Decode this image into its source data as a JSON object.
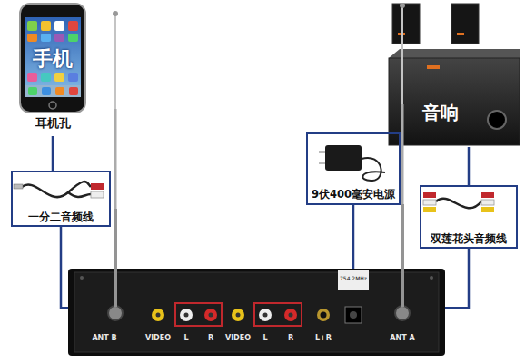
{
  "diagram": {
    "nodes": [
      {
        "text": [
          "手机",
          "耳机孔"
        ]
      },
      {
        "text": [
          "一分二音频线"
        ]
      },
      {
        "text": [
          "9伏400毫安电源"
        ]
      },
      {
        "text": [
          "音响"
        ]
      },
      {
        "text": [
          "双莲花头音频线"
        ]
      },
      {
        "text": [
          "ANT B",
          "VIDEO",
          "L",
          "R",
          "VIDEO",
          "L",
          "R",
          "L+R",
          "ANT A"
        ]
      }
    ],
    "edges": [
      {
        "from": 0,
        "to": 1,
        "arrow": "none"
      },
      {
        "from": 1,
        "to": 5,
        "arrow": "none"
      },
      {
        "from": 2,
        "to": 5,
        "arrow": "none"
      },
      {
        "from": 3,
        "to": 4,
        "arrow": "none"
      },
      {
        "from": 4,
        "to": 5,
        "arrow": "none"
      }
    ],
    "labels": [
      "754.2MHz"
    ]
  }
}
